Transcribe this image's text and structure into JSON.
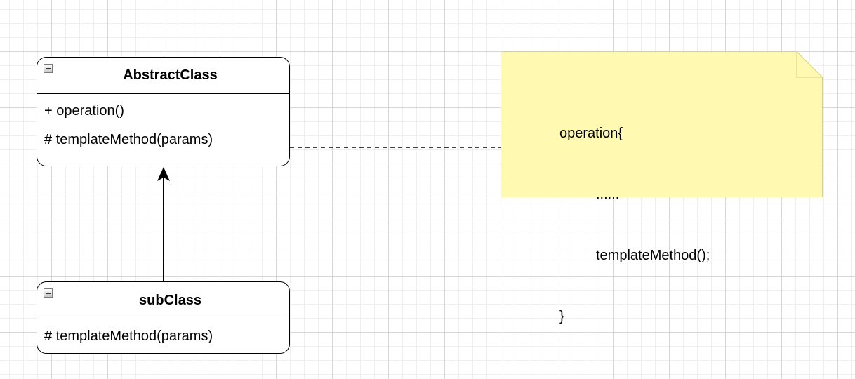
{
  "abstract_class": {
    "name": "AbstractClass",
    "members": [
      "+ operation()",
      "# templateMethod(params)"
    ]
  },
  "sub_class": {
    "name": "subClass",
    "members": [
      "# templateMethod(params)"
    ]
  },
  "note": {
    "lines": [
      "operation{",
      "......",
      "templateMethod();",
      "}"
    ],
    "fill_color": "#fff9b1",
    "stroke_color": "#d6d08a"
  },
  "relations": [
    {
      "from": "subClass",
      "to": "AbstractClass",
      "kind": "generalization-arrow"
    },
    {
      "from": "AbstractClass",
      "to": "note",
      "kind": "dashed-note-link"
    }
  ]
}
